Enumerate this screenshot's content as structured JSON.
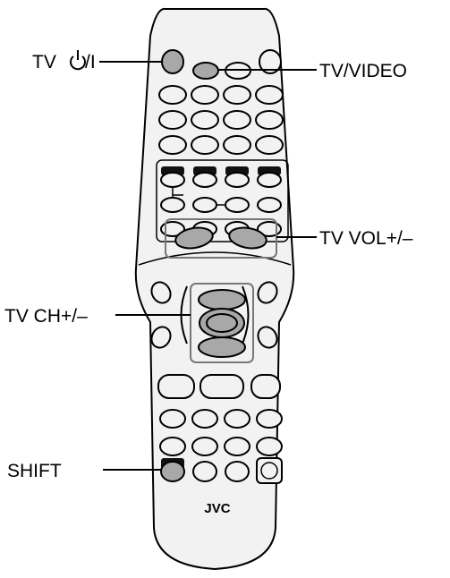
{
  "callouts": {
    "tv_power": "TV",
    "tv_power_suffix": "/I",
    "tv_video": "TV/VIDEO",
    "tv_vol": "TV VOL+/–",
    "tv_ch": "TV CH+/–",
    "shift": "SHIFT"
  },
  "remote": {
    "brand": "JVC"
  },
  "colors": {
    "body_fill": "#f2f2f2",
    "outline": "#000000",
    "highlight_gray": "#a8a8a8",
    "black_key": "#111111"
  },
  "icons": {
    "power_symbol": "power-icon"
  }
}
